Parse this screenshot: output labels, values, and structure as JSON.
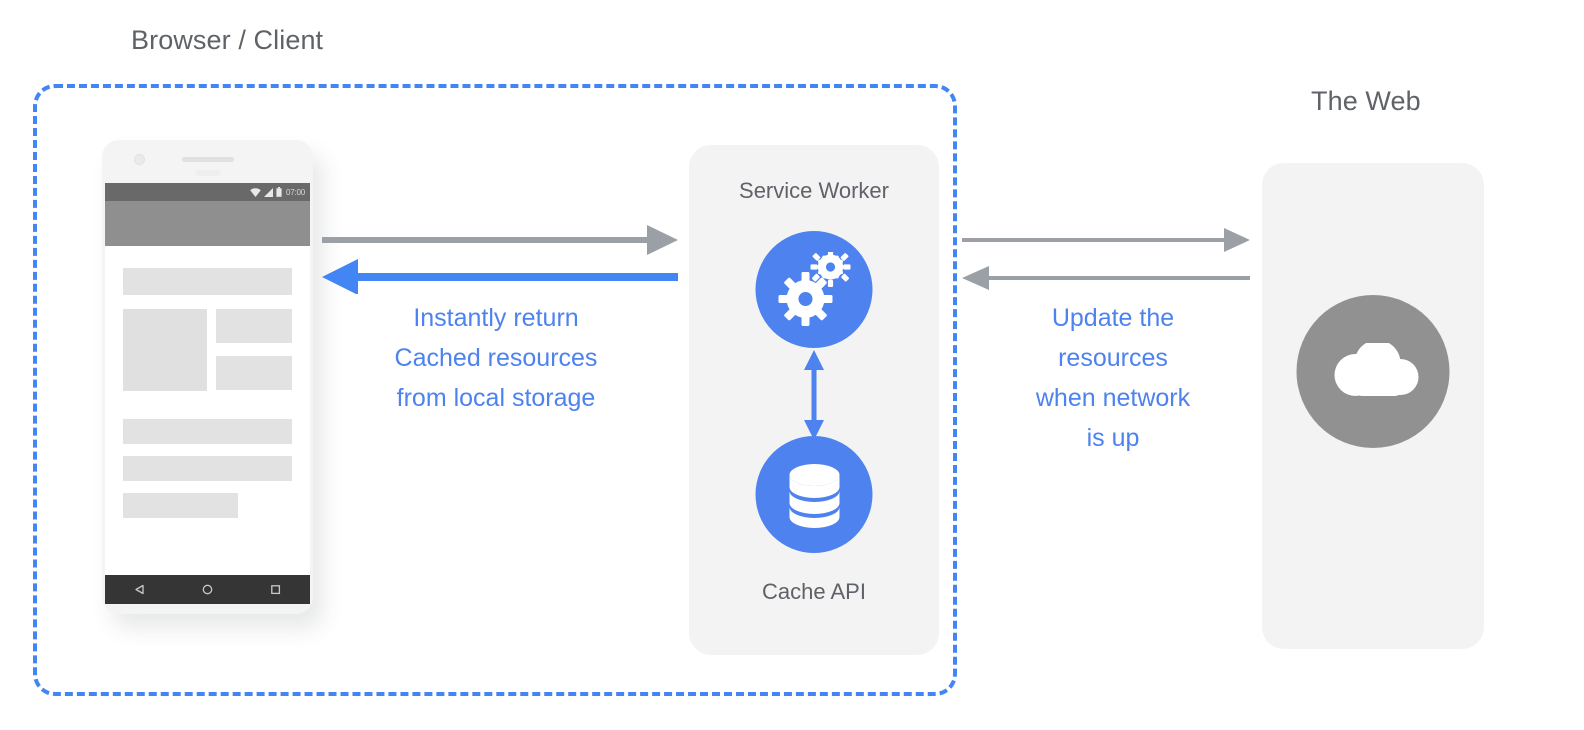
{
  "diagram": {
    "captions": {
      "browser": "Browser / Client",
      "web": "The Web"
    },
    "service_worker": {
      "title": "Service Worker",
      "cache_title": "Cache API",
      "gears_icon": "gears-icon",
      "database_icon": "database-icon",
      "vertical_arrow_icon": "double-arrow-vertical-icon"
    },
    "web": {
      "cloud_icon": "cloud-icon"
    },
    "phone": {
      "status_time": "07:00",
      "status_icons": [
        "wifi-icon",
        "signal-icon",
        "battery-icon"
      ],
      "nav_icons": [
        "back-triangle-icon",
        "home-circle-icon",
        "recents-square-icon"
      ]
    },
    "annotations": {
      "left": "Instantly return\nCached resources\nfrom local storage",
      "right": "Update the\nresources\nwhen network\nis up"
    },
    "arrows": {
      "client_to_worker": "arrow-right-gray",
      "worker_to_client": "arrow-left-blue",
      "worker_to_web": "arrow-right-gray",
      "web_to_worker": "arrow-left-gray"
    },
    "colors": {
      "blue": "#4d82ef",
      "dashed_border": "#4285f4",
      "gray_arrow": "#9aa0a6",
      "panel_bg": "#f3f3f3",
      "text_gray": "#5f6368",
      "web_circle": "#919191"
    }
  }
}
